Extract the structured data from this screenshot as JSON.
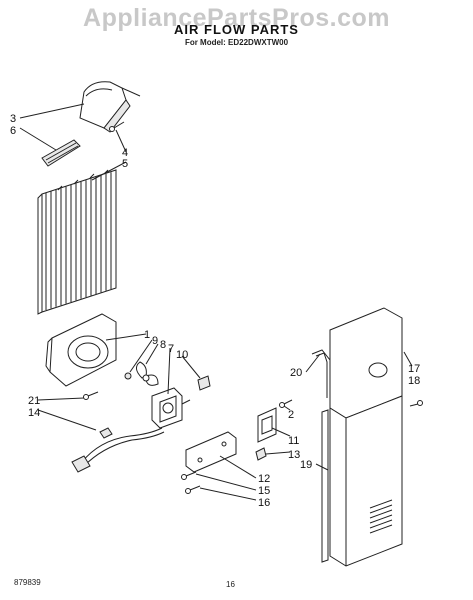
{
  "watermark": "AppliancePartsPros.com",
  "title": "AIR FLOW PARTS",
  "subtitle": "For Model: ED22DWXTW00",
  "footer_code": "879839",
  "page_number": "16",
  "callouts": [
    "3",
    "6",
    "4",
    "5",
    "1",
    "9",
    "8",
    "7",
    "10",
    "21",
    "14",
    "20",
    "17",
    "18",
    "2",
    "11",
    "13",
    "19",
    "12",
    "15",
    "16"
  ]
}
